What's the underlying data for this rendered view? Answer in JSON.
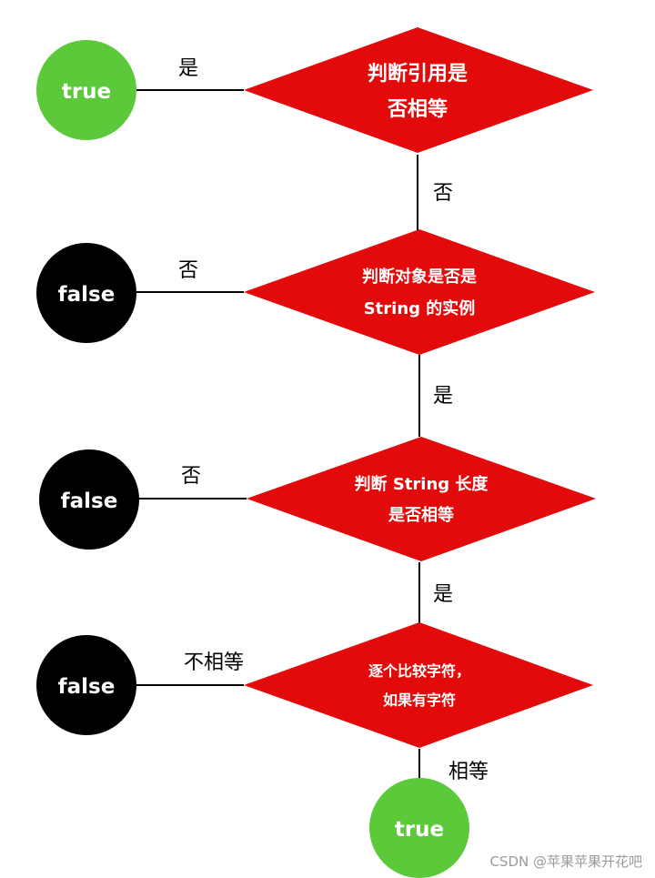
{
  "colors": {
    "decision": "#e20a0a",
    "true_node": "#5cc93a",
    "false_node": "#000000",
    "line": "#000000",
    "label": "#000000"
  },
  "decisions": [
    {
      "lines": [
        "判断引用是",
        "否相等"
      ]
    },
    {
      "lines": [
        "判断对象是否是",
        "String 的实例"
      ]
    },
    {
      "lines": [
        "判断 String 长度",
        "是否相等"
      ]
    },
    {
      "lines": [
        "逐个比较字符，",
        "如果有字符"
      ]
    }
  ],
  "terminals": [
    {
      "text": "true",
      "kind": "true"
    },
    {
      "text": "false",
      "kind": "false"
    },
    {
      "text": "false",
      "kind": "false"
    },
    {
      "text": "false",
      "kind": "false"
    },
    {
      "text": "true",
      "kind": "true"
    }
  ],
  "edge_labels": {
    "d1_left": "是",
    "d1_down": "否",
    "d2_left": "否",
    "d2_down": "是",
    "d3_left": "否",
    "d3_down": "是",
    "d4_left": "不相等",
    "d4_down": "相等"
  },
  "watermark": "CSDN @苹果苹果开花吧"
}
